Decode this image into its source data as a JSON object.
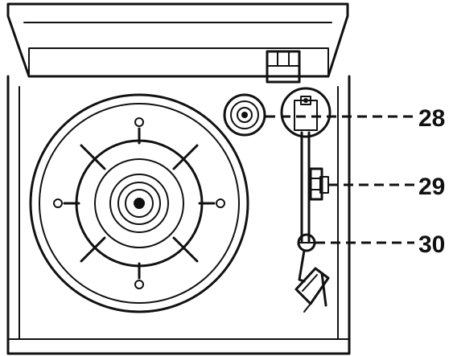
{
  "callouts": [
    {
      "id": "28",
      "label": "28",
      "part": "spindle-adaptor"
    },
    {
      "id": "29",
      "label": "29",
      "part": "tonearm-rest"
    },
    {
      "id": "30",
      "label": "30",
      "part": "tonearm"
    }
  ],
  "colors": {
    "line": "#111111",
    "background": "#ffffff"
  }
}
